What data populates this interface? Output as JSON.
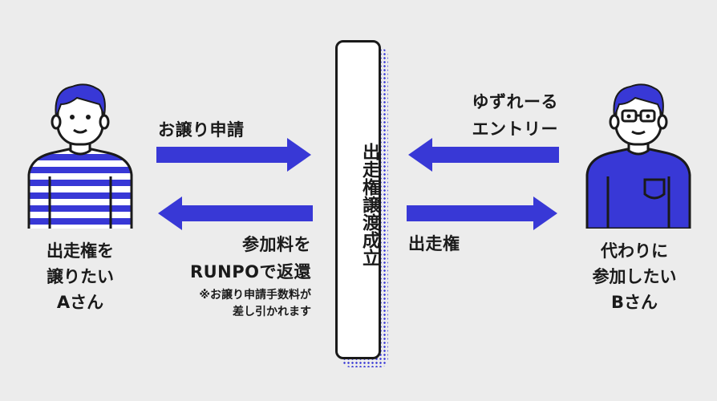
{
  "colors": {
    "accent": "#3838d6",
    "stroke": "#1a1a1a",
    "background": "#ececec"
  },
  "center": {
    "text": "出走権譲渡成立"
  },
  "person_a": {
    "name": "出走権を\n譲りたい\nAさん"
  },
  "person_b": {
    "name": "代わりに\n参加したい\nBさん"
  },
  "arrows": {
    "a_to_center": {
      "label": "お譲り申請"
    },
    "center_to_a": {
      "label": "参加料を\nRUNPOで返還",
      "note": "※お譲り申請手数料が\n差し引かれます"
    },
    "b_to_center": {
      "label": "ゆずれーる\nエントリー"
    },
    "center_to_b": {
      "label": "出走権"
    }
  }
}
